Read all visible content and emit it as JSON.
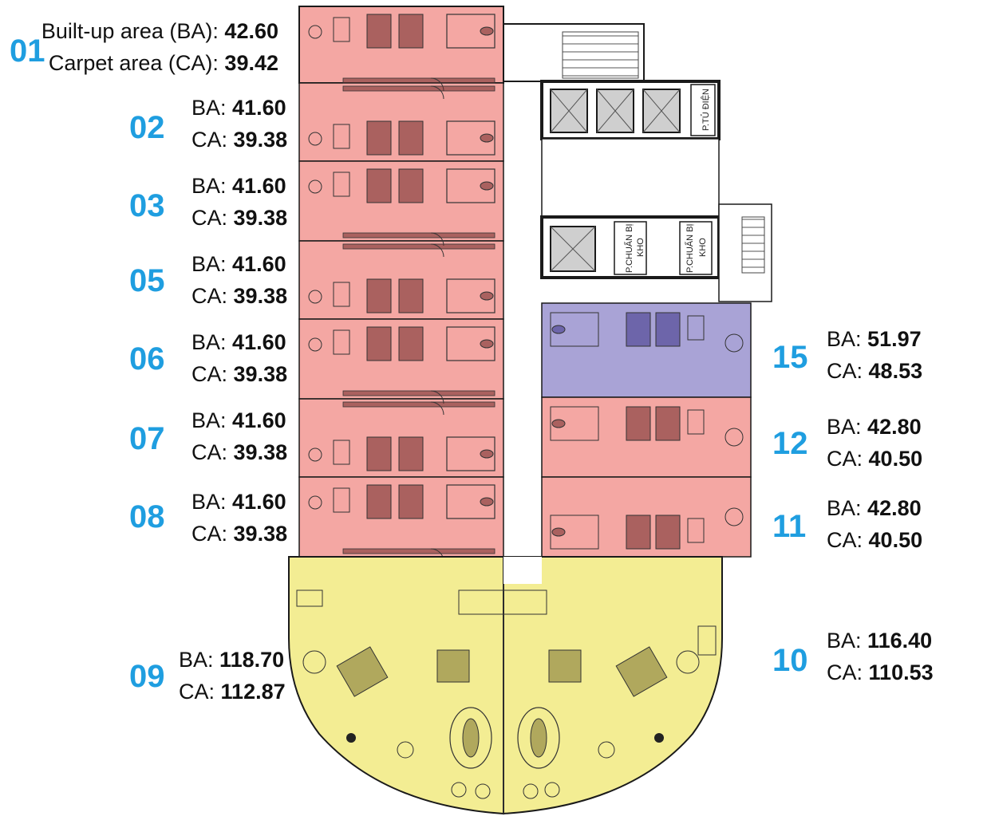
{
  "colors": {
    "standard_unit": "#f4a7a3",
    "corner_suite": "#f3ed93",
    "unit_15": "#a9a3d6",
    "label_blue": "#1f9ee0",
    "wall": "#1a1a1a"
  },
  "rooms": {
    "electrical": "P.TỦ ĐIỆN",
    "prep_left": "P.CHUẨN BỊ",
    "store_left": "KHO",
    "prep_right": "P.CHUẨN BỊ",
    "store_right": "KHO"
  },
  "units": {
    "u01": {
      "id": "01",
      "ba_label": "Built-up area (BA):",
      "ba": "42.60",
      "ca_label": "Carpet area (CA):",
      "ca": "39.42"
    },
    "u02": {
      "id": "02",
      "ba_label": "BA:",
      "ba": "41.60",
      "ca_label": "CA:",
      "ca": "39.38"
    },
    "u03": {
      "id": "03",
      "ba_label": "BA:",
      "ba": "41.60",
      "ca_label": "CA:",
      "ca": "39.38"
    },
    "u05": {
      "id": "05",
      "ba_label": "BA:",
      "ba": "41.60",
      "ca_label": "CA:",
      "ca": "39.38"
    },
    "u06": {
      "id": "06",
      "ba_label": "BA:",
      "ba": "41.60",
      "ca_label": "CA:",
      "ca": "39.38"
    },
    "u07": {
      "id": "07",
      "ba_label": "BA:",
      "ba": "41.60",
      "ca_label": "CA:",
      "ca": "39.38"
    },
    "u08": {
      "id": "08",
      "ba_label": "BA:",
      "ba": "41.60",
      "ca_label": "CA:",
      "ca": "39.38"
    },
    "u09": {
      "id": "09",
      "ba_label": "BA:",
      "ba": "118.70",
      "ca_label": "CA:",
      "ca": "112.87"
    },
    "u10": {
      "id": "10",
      "ba_label": "BA:",
      "ba": "116.40",
      "ca_label": "CA:",
      "ca": "110.53"
    },
    "u11": {
      "id": "11",
      "ba_label": "BA:",
      "ba": "42.80",
      "ca_label": "CA:",
      "ca": "40.50"
    },
    "u12": {
      "id": "12",
      "ba_label": "BA:",
      "ba": "42.80",
      "ca_label": "CA:",
      "ca": "40.50"
    },
    "u15": {
      "id": "15",
      "ba_label": "BA:",
      "ba": "51.97",
      "ca_label": "CA:",
      "ca": "48.53"
    }
  }
}
